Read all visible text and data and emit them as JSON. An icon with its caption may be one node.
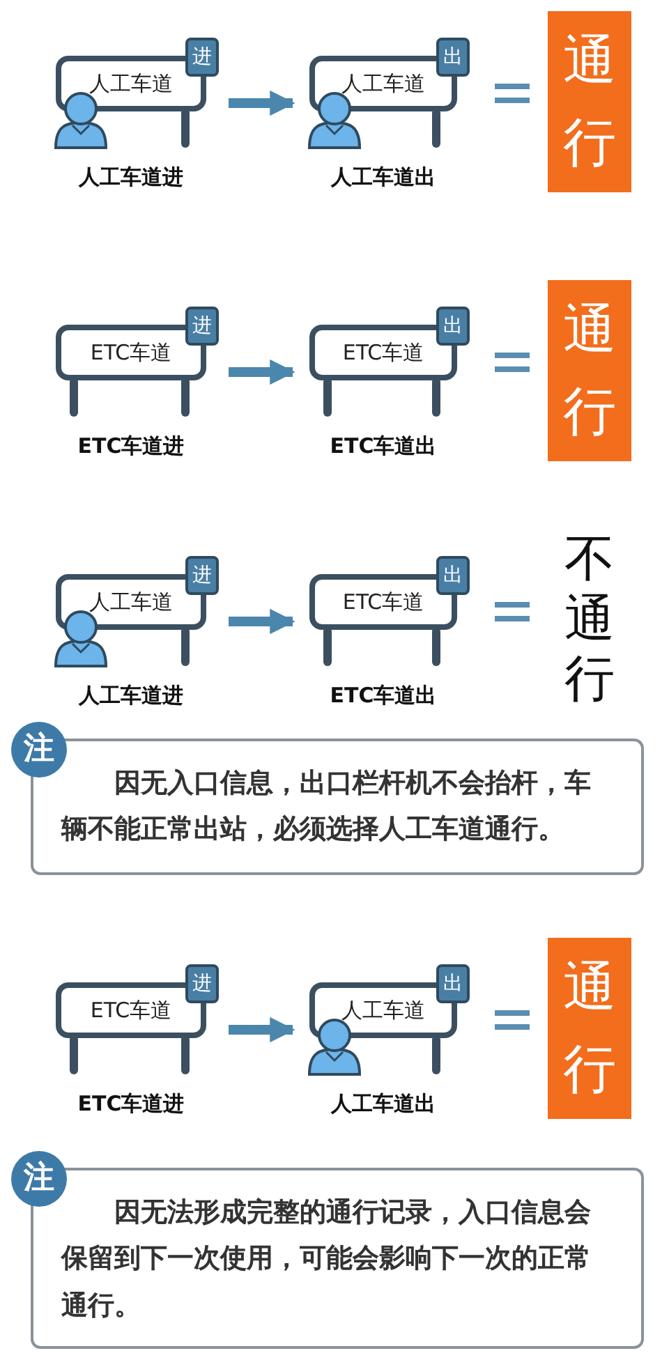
{
  "diagram": {
    "nodes": [
      {
        "text": [
          "人工车道",
          "进"
        ]
      },
      {
        "text": [
          "人工车道",
          "出"
        ]
      },
      {
        "text": [
          "通行"
        ]
      },
      {
        "text": [
          "ETC车道",
          "进"
        ]
      },
      {
        "text": [
          "ETC车道",
          "出"
        ]
      },
      {
        "text": [
          "通行"
        ]
      },
      {
        "text": [
          "人工车道",
          "进"
        ]
      },
      {
        "text": [
          "ETC车道",
          "出"
        ]
      },
      {
        "text": [
          "不通行"
        ]
      },
      {
        "text": [
          "注",
          "因无入口信息，出口栏杆机不会抬杆，车辆不能正常出站，必须选择人工车道通行。"
        ]
      },
      {
        "text": [
          "ETC车道",
          "进"
        ]
      },
      {
        "text": [
          "人工车道",
          "出"
        ]
      },
      {
        "text": [
          "通行"
        ]
      },
      {
        "text": [
          "注",
          "因无法形成完整的通行记录，入口信息会保留到下一次使用，可能会影响下一次的正常通行。"
        ]
      }
    ],
    "edges": [
      {
        "from": 0,
        "to": 1,
        "arrow": "to"
      },
      {
        "from": 3,
        "to": 4,
        "arrow": "to"
      },
      {
        "from": 6,
        "to": 7,
        "arrow": "to"
      },
      {
        "from": 10,
        "to": 11,
        "arrow": "to"
      }
    ],
    "labels": [
      "人工车道进",
      "人工车道出",
      "ETC车道进",
      "ETC车道出",
      "人工车道进",
      "ETC车道出",
      "ETC车道进",
      "人工车道出"
    ]
  }
}
